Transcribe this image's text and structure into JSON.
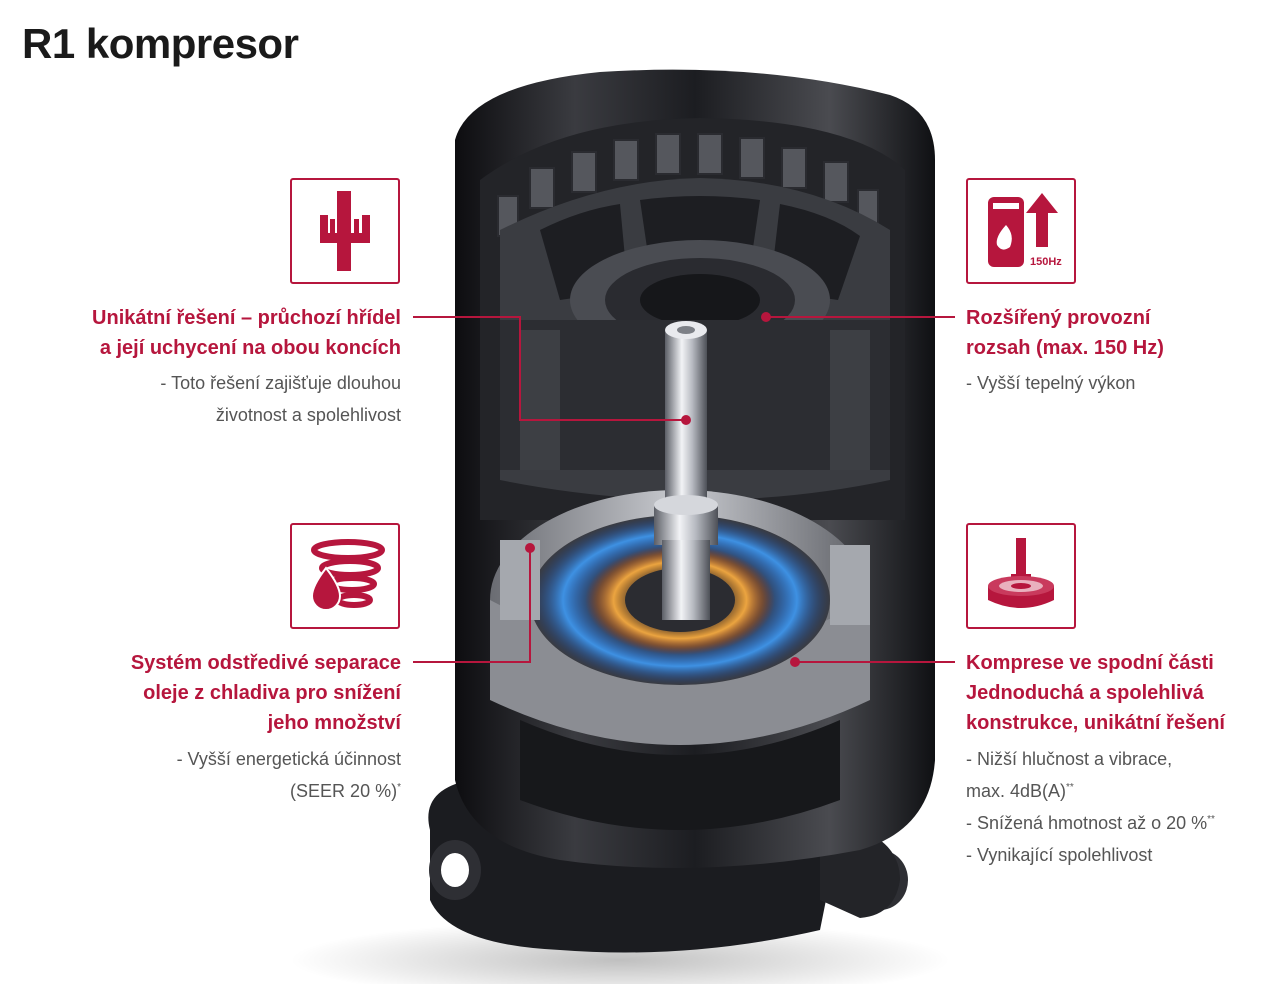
{
  "title": "R1 kompresor",
  "accent_color": "#b6163d",
  "callouts": {
    "shaft": {
      "icon": "shaft-icon",
      "heading": [
        "Unikátní řešení – průchozí hřídel",
        "a její uchycení na obou koncích"
      ],
      "desc": [
        "- Toto řešení zajišťuje dlouhou",
        "životnost a spolehlivost"
      ]
    },
    "range": {
      "icon": "heater-up-arrow-icon",
      "icon_label": "150Hz",
      "heading": [
        "Rozšířený provozní",
        "rozsah (max. 150 Hz)"
      ],
      "desc": [
        "- Vyšší tepelný výkon"
      ]
    },
    "oil": {
      "icon": "oil-separation-icon",
      "heading": [
        "Systém odstředivé separace",
        "oleje z chladiva pro snížení",
        "jeho množství"
      ],
      "desc": [
        "- Vyšší energetická účinnost",
        "(SEER 20 %)"
      ],
      "desc_sup": "*"
    },
    "compression": {
      "icon": "compression-disk-icon",
      "heading": [
        "Komprese ve spodní části",
        "Jednoduchá a spolehlivá",
        "konstrukce, unikátní řešení"
      ],
      "desc": [
        "- Nižší hlučnost a vibrace,",
        "max. 4dB(A)",
        "- Snížená hmotnost až o 20 %",
        "- Vynikající spolehlivost"
      ],
      "desc_sup": "**"
    }
  }
}
